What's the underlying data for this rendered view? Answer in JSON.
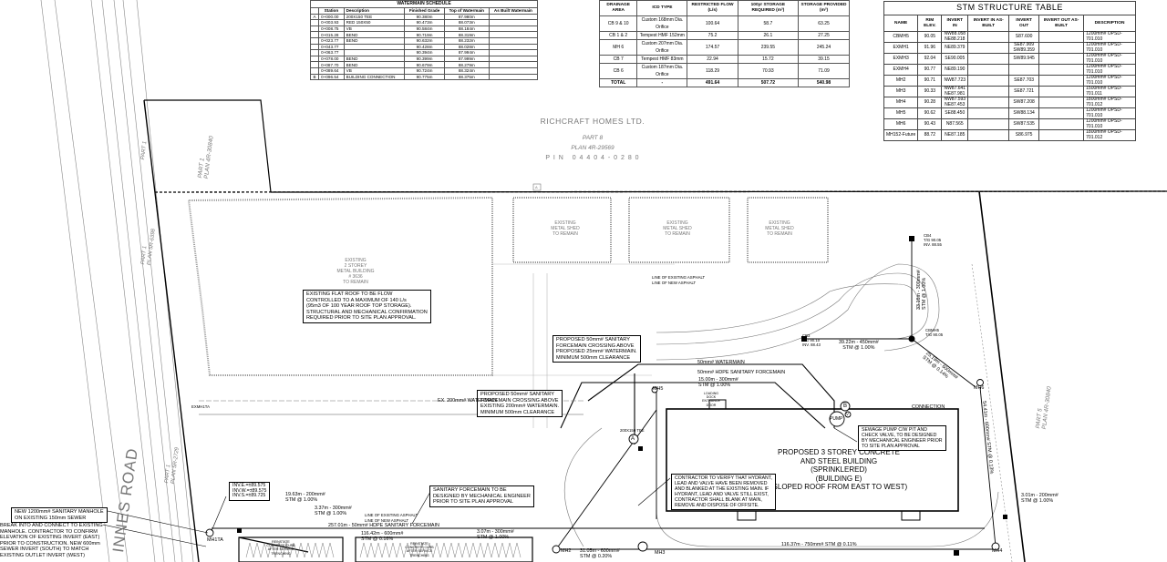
{
  "watermain_schedule": {
    "title": "WATERMAIN SCHEDULE",
    "headers": [
      "",
      "Station",
      "Description",
      "Finished Grade",
      "Top of Watermain",
      "As Built Watermain"
    ],
    "rows": [
      {
        "point": "A",
        "station": "0+000.00",
        "description": "200X150 TEE",
        "finished_grade": "90.380m",
        "top_of_watermain": "87.980m",
        "as_built": ""
      },
      {
        "point": "",
        "station": "0+003.93",
        "description": "RED 150X50",
        "finished_grade": "90.473m",
        "top_of_watermain": "88.073m",
        "as_built": ""
      },
      {
        "point": "",
        "station": "0+008.75",
        "description": "VB",
        "finished_grade": "90.584m",
        "top_of_watermain": "88.184m",
        "as_built": ""
      },
      {
        "point": "",
        "station": "0+015.28",
        "description": "BEND",
        "finished_grade": "90.719m",
        "top_of_watermain": "88.319m",
        "as_built": ""
      },
      {
        "point": "",
        "station": "0+023.77",
        "description": "BEND",
        "finished_grade": "90.632m",
        "top_of_watermain": "88.232m",
        "as_built": ""
      },
      {
        "point": "",
        "station": "0+043.77",
        "description": "",
        "finished_grade": "90.428m",
        "top_of_watermain": "88.028m",
        "as_built": ""
      },
      {
        "point": "",
        "station": "0+063.77",
        "description": "",
        "finished_grade": "90.394m",
        "top_of_watermain": "87.994m",
        "as_built": ""
      },
      {
        "point": "",
        "station": "0+078.00",
        "description": "BEND",
        "finished_grade": "90.399m",
        "top_of_watermain": "87.999m",
        "as_built": ""
      },
      {
        "point": "",
        "station": "0+087.70",
        "description": "BEND",
        "finished_grade": "90.679m",
        "top_of_watermain": "88.279m",
        "as_built": ""
      },
      {
        "point": "",
        "station": "0+089.64",
        "description": "VB",
        "finished_grade": "90.724m",
        "top_of_watermain": "88.324m",
        "as_built": ""
      },
      {
        "point": "B",
        "station": "0+096.54",
        "description": "BUILDING CONNECTION",
        "finished_grade": "90.775m",
        "top_of_watermain": "88.375m",
        "as_built": ""
      }
    ]
  },
  "drainage_table": {
    "headers": [
      "DRAINAGE AREA",
      "ICD TYPE",
      "RESTRICTED FLOW (L/s)",
      "100yr STORAGE REQUIRED (m³)",
      "STORAGE PROVIDED (m³)"
    ],
    "rows": [
      {
        "area": "CB 9 & 10",
        "icd": "Custom 168mm Dia. Orifice",
        "flow": "100.64",
        "required": "58.7",
        "provided": "63.25"
      },
      {
        "area": "CB 1 & 2",
        "icd": "Tempest HMF 152mm",
        "flow": "75.2",
        "required": "26.1",
        "provided": "27.25"
      },
      {
        "area": "MH 6",
        "icd": "Custom 207mm Dia. Orifice",
        "flow": "174.57",
        "required": "239.55",
        "provided": "245.24"
      },
      {
        "area": "CB 7",
        "icd": "Tempest HMF 83mm",
        "flow": "22.94",
        "required": "15.72",
        "provided": "39.15"
      },
      {
        "area": "CB 6",
        "icd": "Custom 187mm Dia. Orifice",
        "flow": "118.29",
        "required": "70.93",
        "provided": "71.09"
      }
    ],
    "total": {
      "area": "TOTAL",
      "icd": "-",
      "flow": "491.64",
      "required": "507.72",
      "provided": "540.98"
    }
  },
  "stm_table": {
    "title": "STM STRUCTURE TABLE",
    "headers": [
      "NAME",
      "RIM ELEV.",
      "INVERT IN",
      "INVERT IN AS-BUILT",
      "INVERT OUT",
      "INVERT OUT AS-BUILT",
      "DESCRIPTION"
    ],
    "rows": [
      {
        "name": "CBMH5",
        "rim": "90.05",
        "inv_in": "NW88.058\nNE88.218",
        "inv_in_ab": "",
        "inv_out": "S87.600",
        "inv_out_ab": "",
        "desc": "1200mm# OPSD-701.010"
      },
      {
        "name": "EXMH1",
        "rim": "91.96",
        "inv_in": "NE89.379",
        "inv_in_ab": "",
        "inv_out": "SE87.909\nSW89.359",
        "inv_out_ab": "",
        "desc": "1200mm# OPSD-701.010"
      },
      {
        "name": "EXMH3",
        "rim": "92.04",
        "inv_in": "SE90.005",
        "inv_in_ab": "",
        "inv_out": "SW89.945",
        "inv_out_ab": "",
        "desc": "1200mm# OPSD-701.010"
      },
      {
        "name": "EXMH4",
        "rim": "90.77",
        "inv_in": "NE89.190",
        "inv_in_ab": "",
        "inv_out": "",
        "inv_out_ab": "",
        "desc": "1200mm# OPSD-701.010"
      },
      {
        "name": "MH2",
        "rim": "90.71",
        "inv_in": "NW87.723",
        "inv_in_ab": "",
        "inv_out": "SE87.703",
        "inv_out_ab": "",
        "desc": "1200mm# OPSD-701.010"
      },
      {
        "name": "MH3",
        "rim": "90.33",
        "inv_in": "NW87.641\nNE87.981",
        "inv_in_ab": "",
        "inv_out": "SE87.721",
        "inv_out_ab": "",
        "desc": "1500mm# OPSD-701.011"
      },
      {
        "name": "MH4",
        "rim": "90.28",
        "inv_in": "NW87.593\nNE87.453",
        "inv_in_ab": "",
        "inv_out": "SW87.208",
        "inv_out_ab": "",
        "desc": "1800mm# OPSD-701.012"
      },
      {
        "name": "MH5",
        "rim": "90.62",
        "inv_in": "SE88.450",
        "inv_in_ab": "",
        "inv_out": "SW88.134",
        "inv_out_ab": "",
        "desc": "1200mm# OPSD-701.010"
      },
      {
        "name": "MH6",
        "rim": "90.43",
        "inv_in": "N87.565",
        "inv_in_ab": "",
        "inv_out": "SW87.535",
        "inv_out_ab": "",
        "desc": "1200mm# OPSD-701.010"
      },
      {
        "name": "MH152-Future",
        "rim": "88.72",
        "inv_in": "NE87.185",
        "inv_in_ab": "",
        "inv_out": "S86.975",
        "inv_out_ab": "",
        "desc": "1800mm# OPSD-701.012"
      }
    ]
  },
  "property": {
    "owner": "RICHCRAFT HOMES LTD.",
    "part": "PART 8",
    "plan": "PLAN 4R-29569",
    "pin": "P I N   0 4 4 0 4 - 0 2 8 0",
    "part1_a": "PART 1",
    "plan1_a": "PLAN 4R-30840",
    "part1_b": "PART 1",
    "plan1_b": "PLAN 5R-6398",
    "part1_c": "PART 1",
    "plan1_c": "PLAN 5R-2729",
    "part5": "PART 5",
    "plan5": "PLAN 4R-30840",
    "road": "INNES ROAD",
    "marker_a": "A"
  },
  "buildings": {
    "existing_main": "EXISTING\n2 STOREY\nMETAL BUILDING\n# 3636\nTO REMAIN",
    "shed": "EXISTING\nMETAL SHED\nTO REMAIN",
    "proposed": [
      "PROPOSED 3 STOREY CONCRETE",
      "AND STEEL BUILDING",
      "(SPRINKLERED)",
      "(BUILDING E)",
      "(SLOPED ROOF FROM EAST TO WEST)"
    ],
    "loading_dock": "LOADING\nDOCK\nENTRANCE\nDOOR"
  },
  "notes": {
    "flat_roof": "EXISTING FLAT ROOF TO BE FLOW\nCONTROLLED TO A MAXIMUM OF 140 L/s\n(95m3 OF 100 YEAR ROOF TOP STORAGE).\nSTRUCTURAL AND MECHANICAL CONFIRMATION\nREQUIRED PRIOR TO SITE PLAN APPROVAL.",
    "forcemain_25": "PROPOSED 50mm# SANITARY\nFORCEMAIN CROSSING ABOVE\nPROPOSED 25mm# WATERMAIN.\nMINIMUM 500mm CLEARANCE",
    "forcemain_200": "PROPOSED 50mm# SANITARY\nFORCEMAIN CROSSING ABOVE\nEXISTING 200mm# WATERMAIN.\nMINIMUM 500mm CLEARANCE",
    "sewage_pump": "SEWAGE PUMP C/W PIT AND\nCHECK VALVE, TO BE DESIGNED\nBY MECHANICAL ENGINEER PRIOR\nTO SITE PLAN APPROVAL",
    "hydrant": "CONTRACTOR TO VERIFY THAT HYDRANT,\nLEAD AND VALVE HAVE BEEN REMOVED\nAND BLANKED AT THE EXISTING MAIN. IF\nHYDRANT, LEAD AND VALVE STILL EXIST,\nCONTRACTOR SHALL BLANK AT MAIN,\nREMOVE AND DISPOSE OF OFFSITE.",
    "new_manhole": "NEW 1200mm# SANITARY MANHOLE\nON EXISTING 150mm SEWER",
    "break_into": "BREAK INTO AND CONNECT TO EXISTING\nMANHOLE. CONTRACTOR TO CONFIRM\nELEVATION OF EXISTING INVERT (EAST)\nPRIOR TO CONSTRUCTION. NEW 600mm\nSEWER INVERT (SOUTH) TO MATCH\nEXISTING OUTLET INVERT (WEST)",
    "inverts": "INV.E.=±89.575\nINV.W.=±89.575\nINV.S.=±89.725",
    "sanitary_fm": "SANITARY FORCEMAIN TO BE\nDESIGNED BY MECHANICAL ENGINEER\nPRIOR TO SITE PLAN APPROVAL"
  },
  "pipe_labels": {
    "watermain": "50mm# WATERMAIN",
    "hdpe_fm": "50mm# HDPE SANITARY FORCEMAIN",
    "ex_watermain": "EX. 200mm# WATERMAIN",
    "stm_15": "15.00m - 300mm#\nSTM @ 1.00%",
    "stm_39": "39.22m - 450mm#\nSTM @ 1.00%",
    "stm_33": "33.16m - 300mm#\nSTM @ 1.00%",
    "stm_25": "25.19m - 600mm#\nSTM @ 0.14%",
    "stm_54": "54.41m - 600mm# STM @ 0.13%",
    "stm_3_01": "3.01m - 200mm#\nSTM @ 1.00%",
    "stm_19": "19.63m - 200mm#\nSTM @ 1.00%",
    "stm_3_37": "3.37m - 300mm#\nSTM @ 1.00%",
    "hdpe_257": "257.01m - 50mm# HDPE SANITARY FORCEMAIN",
    "stm_116_42": "116.42m - 600mm#\nSTM @ 0.16%",
    "stm_3_07": "3.07m - 300mm#\nSTM @ 1.00%",
    "stm_31": "31.05m - 600mm#\nSTM @ 0.20%",
    "stm_116_37": "116.37m - 750mm# STM @ 0.11%",
    "asphalt_existing": "LINE OF EXISTING ASPHALT",
    "asphalt_new": "LINE OF NEW ASPHALT",
    "connection": "CONNECTION",
    "pump": "PUMP",
    "reinstate": "REINSTATE\nCONCRETE CURB\nAFTER SERVICE\nTRENCHING"
  },
  "structures": {
    "mh2": "MH2",
    "mh3": "MH3",
    "mh4": "MH4",
    "mh5": "MH5",
    "mh6": "MH6",
    "mh1ta": "MH1TA",
    "exmh1ta": "EXMH1TA",
    "cbmh5": "CBMH5\nT/G 90.05",
    "cb4": "CB4\nT/G 90.05\nINV. 88.55",
    "cb3": "CB3\nT/G 90.10\nINV. 88.43",
    "wm_a": "A",
    "wm_b": "B",
    "valve": "V",
    "tee": "200X150 TEE"
  }
}
